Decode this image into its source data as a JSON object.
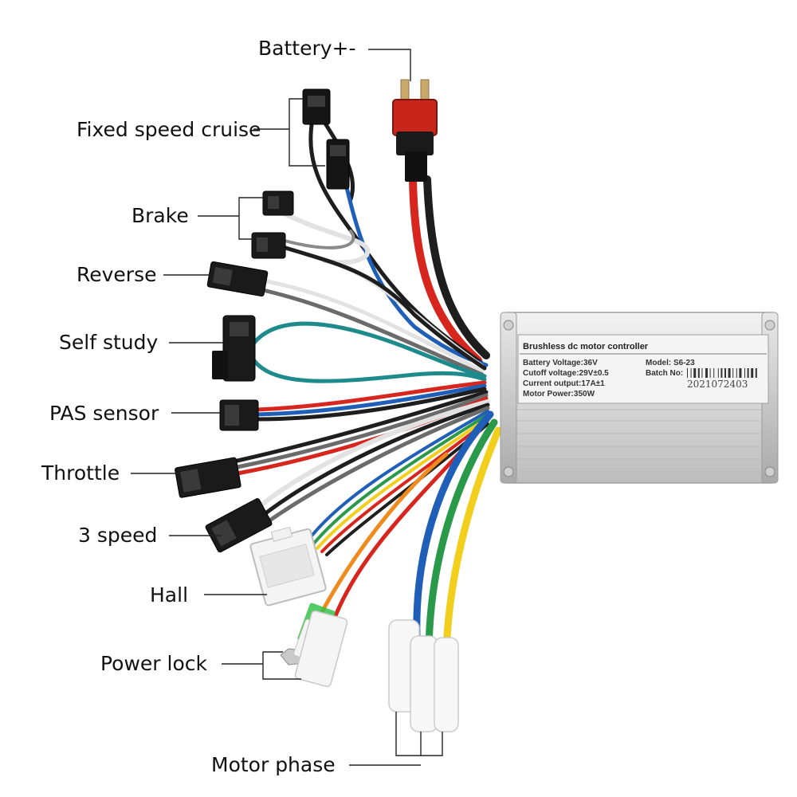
{
  "labels": {
    "battery": "Battery+-",
    "cruise": "Fixed speed cruise",
    "brake": "Brake",
    "reverse": "Reverse",
    "self_study": "Self study",
    "pas": "PAS sensor",
    "throttle": "Throttle",
    "three_speed": "3 speed",
    "hall": "Hall",
    "power_lock": "Power lock",
    "motor_phase": "Motor phase"
  },
  "controller": {
    "title": "Brushless dc motor controller",
    "battery_voltage": "Battery Voltage:36V",
    "cutoff_voltage": "Cutoff voltage:29V±0.5",
    "current_output": "Current output:17A±1",
    "motor_power": "Motor Power:350W",
    "model": "Model: S6-23",
    "batch_label": "Batch No:",
    "batch_number": "2021072403"
  },
  "colors": {
    "red": "#d7261e",
    "black": "#1e1e1e",
    "blue": "#1f5fb8",
    "white_wire": "#e2e2e2",
    "gray_wire": "#6b6b6b",
    "teal": "#1e8a8c",
    "green": "#2a9a4a",
    "yellow": "#f1cf1c",
    "orange": "#ef8a1c",
    "controller_body": "#dcdcdc"
  }
}
